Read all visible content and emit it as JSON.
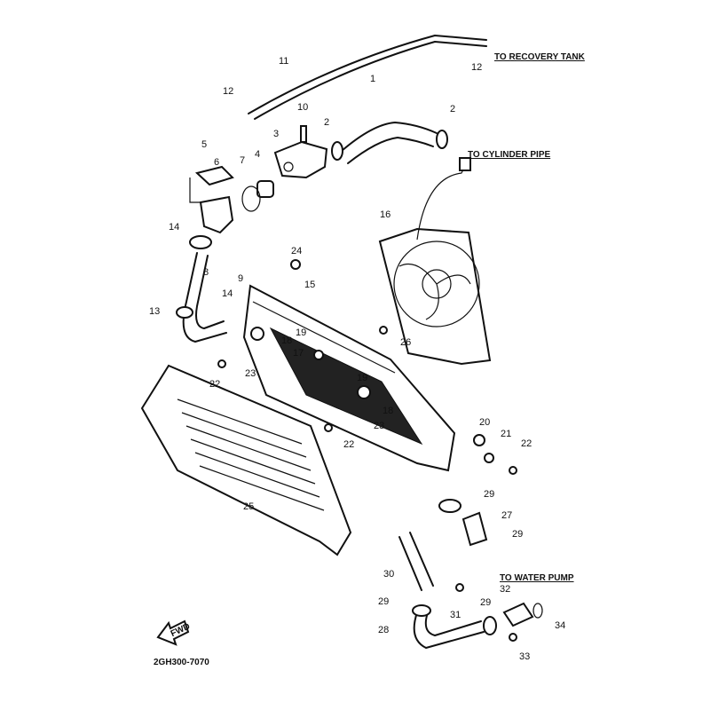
{
  "diagram": {
    "notes": {
      "recovery_tank": "TO RECOVERY TANK",
      "cylinder_pipe": "TO CYLINDER PIPE",
      "water_pump": "TO WATER PUMP"
    },
    "fwd_label": "FWD",
    "drawing_code": "2GH300-7070",
    "callouts": [
      "11",
      "12",
      "12",
      "1",
      "10",
      "2",
      "2",
      "3",
      "4",
      "5",
      "6",
      "7",
      "14",
      "9",
      "8",
      "24",
      "15",
      "16",
      "14",
      "13",
      "19",
      "18",
      "26",
      "17",
      "23",
      "22",
      "19",
      "18",
      "23",
      "20",
      "21",
      "22",
      "22",
      "25",
      "29",
      "27",
      "29",
      "30",
      "31",
      "29",
      "29",
      "32",
      "34",
      "28",
      "33"
    ]
  }
}
